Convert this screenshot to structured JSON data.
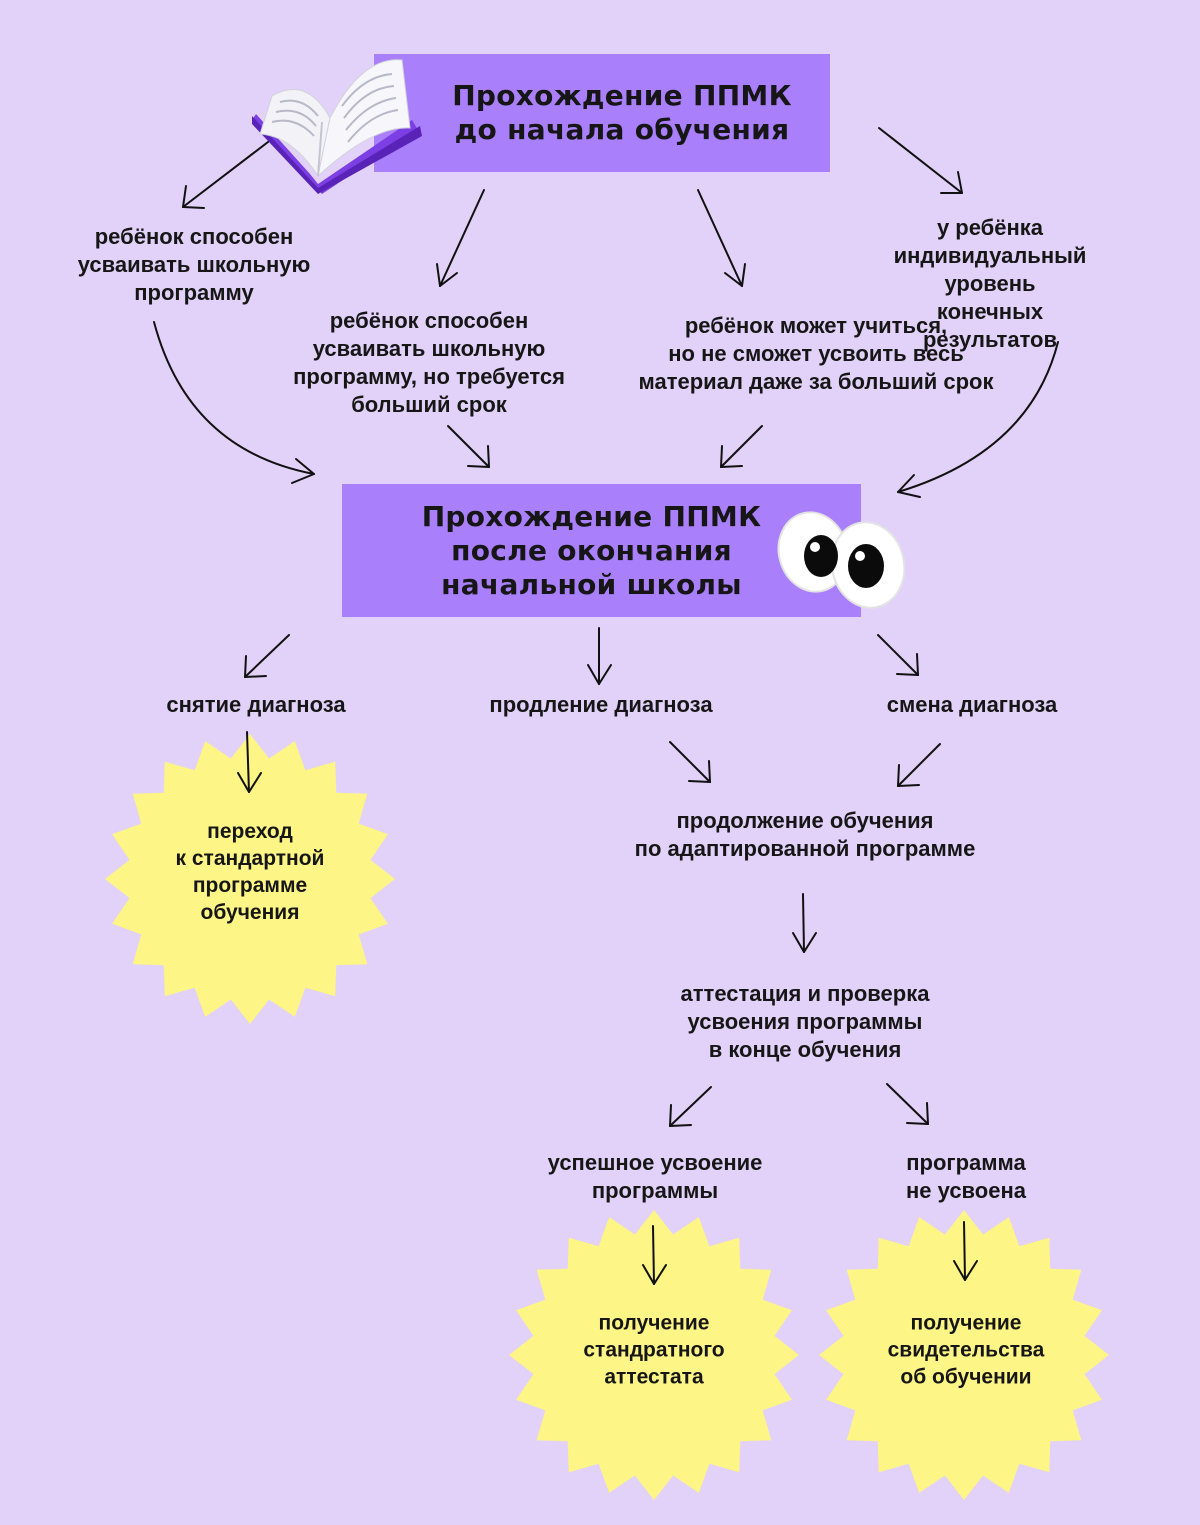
{
  "top_box": {
    "title": "Прохождение ППМК\nдо начала обучения",
    "icon": "book-icon"
  },
  "options": {
    "left": "ребёнок способен\nусваивать школьную\nпрограмму",
    "mid_left": "ребёнок способен\nусваивать школьную\nпрограмму, но требуется\nбольший срок",
    "mid_right": "ребёнок может учиться,\nно не сможет усвоить весь\nматериал даже за больший срок",
    "right": "у ребёнка\nиндивидуальный уровень\nконечных результатов"
  },
  "middle_box": {
    "title": "Прохождение ППМК\nпосле окончания\nначальной школы",
    "icon": "eyes-icon"
  },
  "outcomes": {
    "remove": "снятие диагноза",
    "extend": "продление диагноза",
    "change": "смена диагноза"
  },
  "standard_transition": "переход\nк стандартной\nпрограмме\nобучения",
  "continue_adapted": "продолжение обучения\nпо адаптированной программе",
  "assessment": "аттестация и проверка\nусвоения программы\nв конце обучения",
  "success": "успешное усвоение\nпрограммы",
  "not_mastered": "программа\nне усвоена",
  "standard_certificate": "получение\nстандратного\nаттестата",
  "training_certificate": "получение\nсвидетельства\nоб обучении",
  "colors": {
    "background": "#e2d2f9",
    "box": "#a97ffc",
    "star": "#fdf585",
    "line": "#111111"
  }
}
